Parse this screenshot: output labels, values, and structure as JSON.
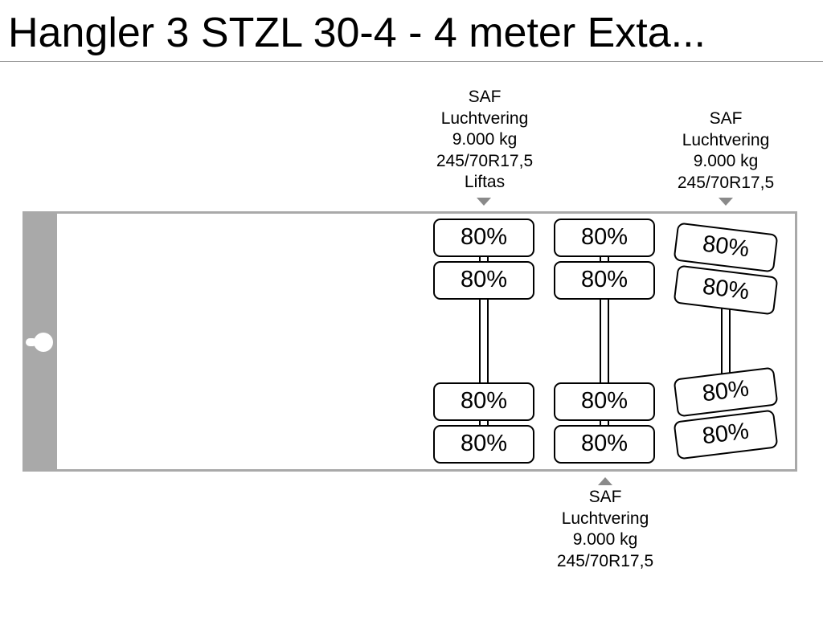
{
  "title": "Hangler 3 STZL 30-4 - 4 meter Exta...",
  "axles": [
    {
      "label_lines": [
        "SAF",
        "Luchtvering",
        "9.000 kg",
        "245/70R17,5",
        "Liftas"
      ],
      "tyres": [
        "80%",
        "80%",
        "80%",
        "80%"
      ]
    },
    {
      "label_lines": [
        "SAF",
        "Luchtvering",
        "9.000 kg",
        "245/70R17,5"
      ],
      "tyres": [
        "80%",
        "80%",
        "80%",
        "80%"
      ]
    },
    {
      "label_lines": [
        "SAF",
        "Luchtvering",
        "9.000 kg",
        "245/70R17,5"
      ],
      "tyres": [
        "80%",
        "80%",
        "80%",
        "80%"
      ]
    }
  ],
  "colors": {
    "frame": "#a9a9a9",
    "outline": "#000000",
    "arrow": "#8a8a8a"
  },
  "icons": {
    "kingpin": "kingpin-icon"
  }
}
